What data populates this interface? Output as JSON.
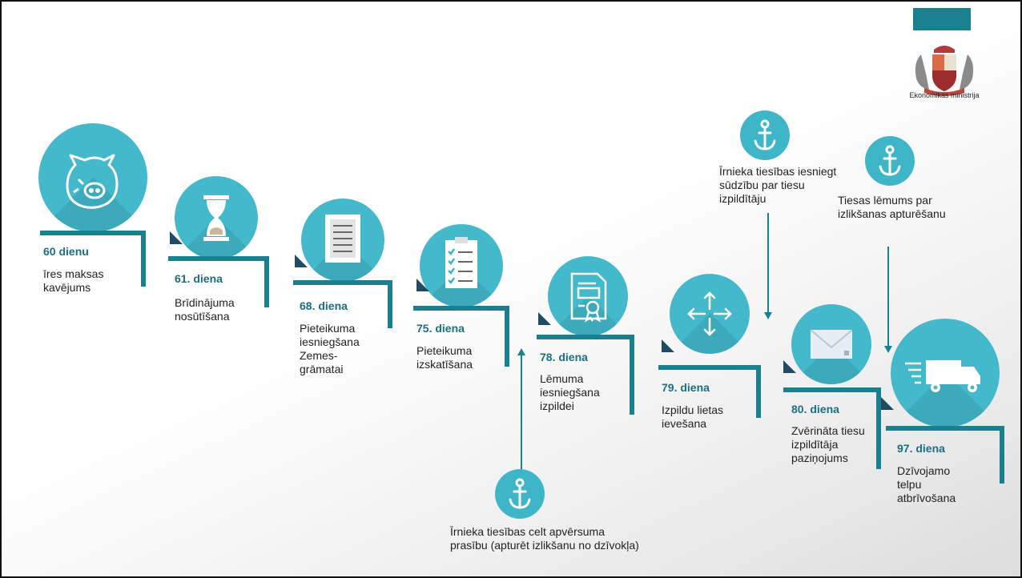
{
  "slide": {
    "logo_caption": "Ekonomikas ministrija",
    "accent_color": "#1a7f8f",
    "circle_color": "#44b9cb"
  },
  "steps": [
    {
      "day": "60 dienu",
      "desc": "īres maksas kavējums",
      "icon": "piggy-bank-icon"
    },
    {
      "day": "61. diena",
      "desc": "Brīdinājuma nosūtīšana",
      "icon": "hourglass-icon"
    },
    {
      "day": "68. diena",
      "desc": "Pieteikuma iesniegšana Zemes-grāmatai",
      "icon": "document-icon"
    },
    {
      "day": "75. diena",
      "desc": "Pieteikuma izskatīšana",
      "icon": "checklist-icon"
    },
    {
      "day": "78. diena",
      "desc": "Lēmuma iesniegšana izpildei",
      "icon": "certificate-icon"
    },
    {
      "day": "79. diena",
      "desc": "Izpildu lietas ievešana",
      "icon": "move-arrows-icon"
    },
    {
      "day": "80. diena",
      "desc": "Zvērināta tiesu izpildītāja paziņojums",
      "icon": "envelope-icon"
    },
    {
      "day": "97. diena",
      "desc": "Dzīvojamo telpu atbrīvošana",
      "icon": "truck-icon"
    }
  ],
  "notes": [
    {
      "text": "Īrnieka tiesības celt apvērsuma prasību (apturēt izlikšanu no dzīvokļa)",
      "icon": "anchor-icon"
    },
    {
      "text": "Īrnieka tiesības iesniegt sūdzību par tiesu izpildītāju",
      "icon": "anchor-icon"
    },
    {
      "text": "Tiesas lēmums par izlikšanas apturēšanu",
      "icon": "anchor-icon"
    }
  ]
}
